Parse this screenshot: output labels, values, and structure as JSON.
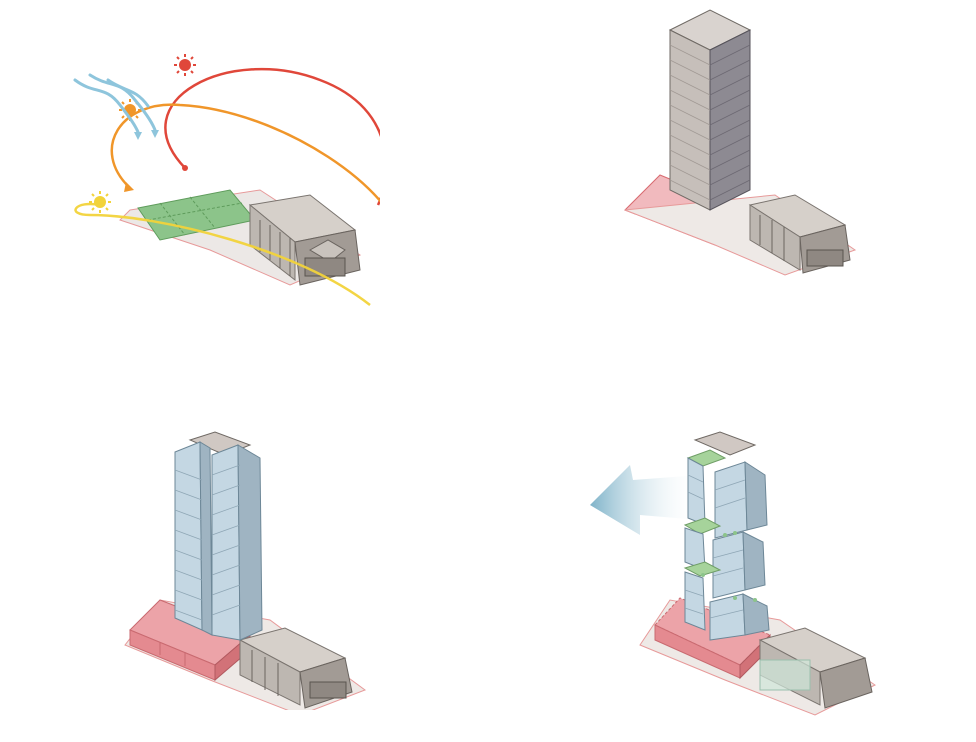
{
  "panels": [
    {
      "id": "site-analysis",
      "elements": [
        "sun-paths",
        "wind-arrows",
        "site-plot",
        "heritage-building"
      ]
    },
    {
      "id": "massing",
      "elements": [
        "tower-block",
        "podium",
        "heritage-building"
      ]
    },
    {
      "id": "split-tower",
      "elements": [
        "twin-towers",
        "podium",
        "heritage-building"
      ]
    },
    {
      "id": "final-form",
      "elements": [
        "stacked-tower",
        "sky-gardens",
        "view-arrow",
        "podium",
        "heritage-building"
      ]
    }
  ],
  "colors": {
    "sun_summer": "#e0473a",
    "sun_equinox": "#f0962a",
    "sun_winter": "#f2d33a",
    "wind": "#8ec5dc",
    "site_green": "#8cc48a",
    "podium_red": "#e8a0a4",
    "heritage_grey": "#b8b2ab",
    "tower_grey": "#c9c2bd",
    "glass_blue": "#b9cfdc",
    "garden_green": "#a6d39b"
  },
  "icons": [
    "sun-icon",
    "wind-arrow-icon",
    "direction-arrow-icon"
  ]
}
